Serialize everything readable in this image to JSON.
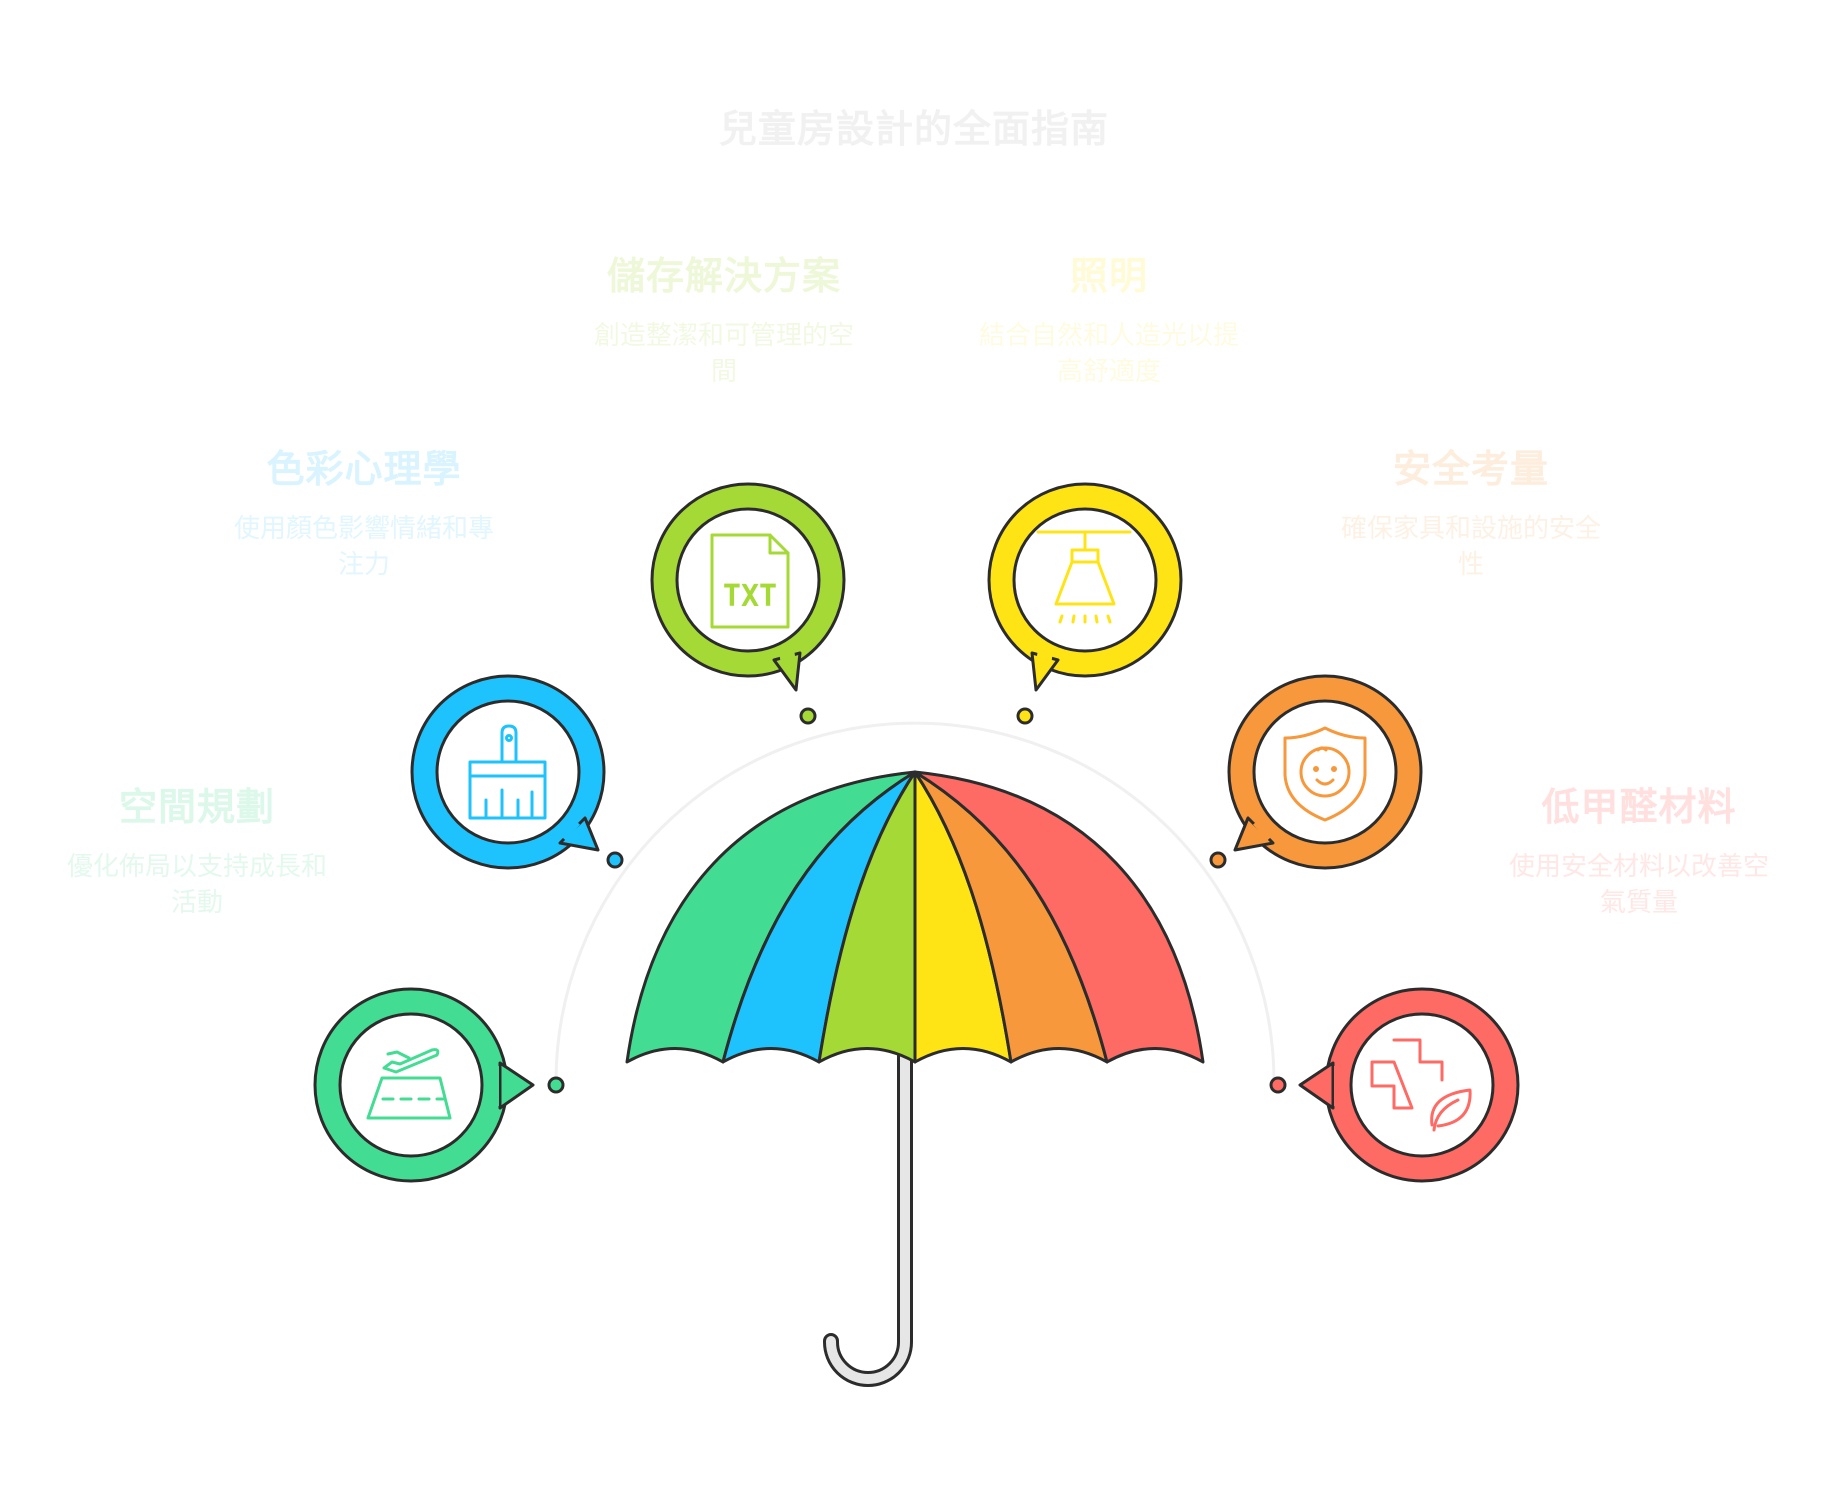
{
  "title": "兒童房設計的全面指南",
  "items": [
    {
      "heading": "空間規劃",
      "desc": "優化佈局以支持成長和活動",
      "color": "#43dc93",
      "icon": "runway-plane-icon"
    },
    {
      "heading": "色彩心理學",
      "desc": "使用顏色影響情緒和專注力",
      "color": "#1ec3fd",
      "icon": "paint-brush-icon"
    },
    {
      "heading": "儲存解決方案",
      "desc": "創造整潔和可管理的空間",
      "color": "#a5d936",
      "icon": "txt-file-icon"
    },
    {
      "heading": "照明",
      "desc": "結合自然和人造光以提高舒適度",
      "color": "#ffe415",
      "icon": "ceiling-lamp-icon"
    },
    {
      "heading": "安全考量",
      "desc": "確保家具和設施的安全性",
      "color": "#f6983b",
      "icon": "baby-shield-icon"
    },
    {
      "heading": "低甲醛材料",
      "desc": "使用安全材料以改善空氣質量",
      "color": "#fe6a64",
      "icon": "medical-leaf-icon"
    }
  ],
  "text_colors": {
    "title": "#f1f1f1",
    "headings": [
      "#dcf8ea",
      "#d9f4fe",
      "#eef8d9",
      "#fffbd6",
      "#fdeddc",
      "#ffe0df"
    ],
    "descs": [
      "#e3f9ee",
      "#e1f6fe",
      "#f2f9e2",
      "#fffbe0",
      "#fdf1e4",
      "#ffe7e6"
    ]
  }
}
